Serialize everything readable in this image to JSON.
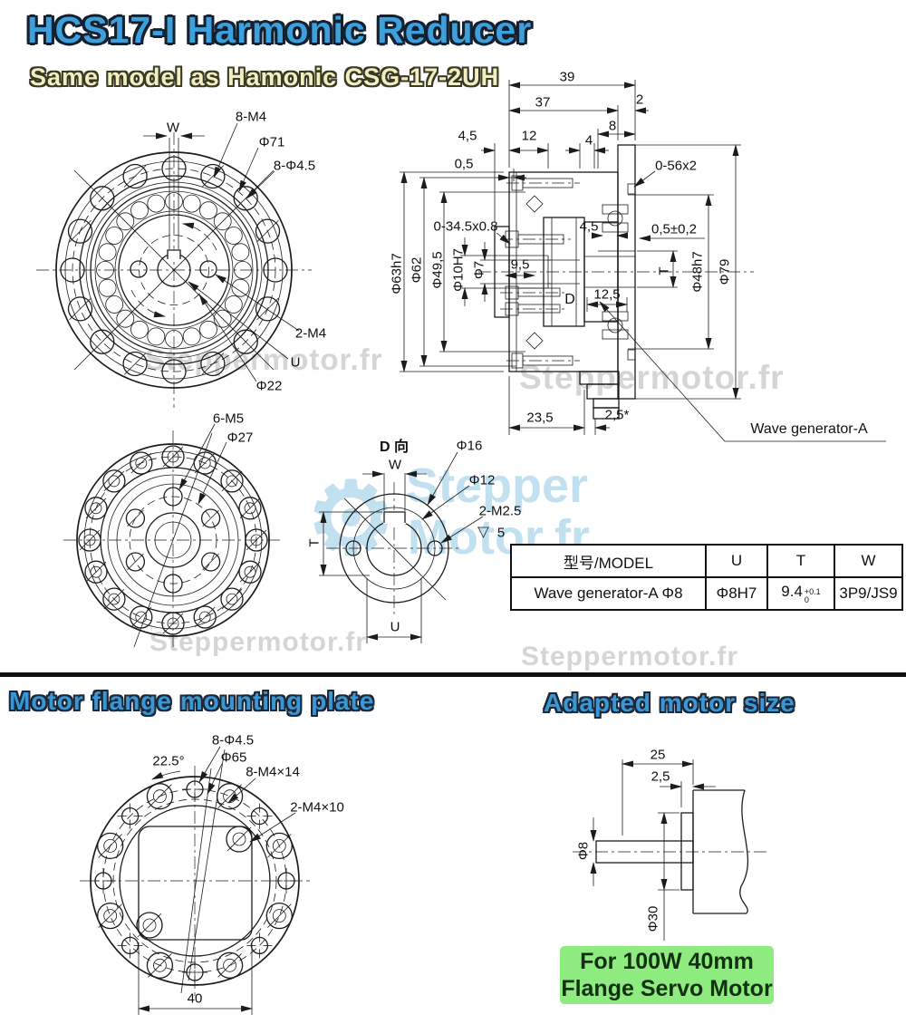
{
  "page": {
    "title": "HCS17-I Harmonic Reducer",
    "subtitle": "Same model as Hamonic CSG-17-2UH"
  },
  "watermarks": {
    "gray": "Steppermotor.fr",
    "blue_line1": "Stepper",
    "blue_line2": "Motor.fr",
    "gear_icon": "⚙"
  },
  "front_view": {
    "labels": {
      "w": "W",
      "thread_8m4": "8-M4",
      "bcd": "Φ71",
      "holes": "8-Φ4.5",
      "thread_2m4": "2-M4",
      "u": "U",
      "bore_circle": "Φ22"
    }
  },
  "section_view": {
    "dims": {
      "d39": "39",
      "d37": "37",
      "d2": "2",
      "d8": "8",
      "d45a": "4,5",
      "d12": "12",
      "d4": "4",
      "d05": "0,5",
      "oring1": "0-56x2",
      "tol": "0,5±0,2",
      "oring2": "0-34.5x0.8",
      "d45b": "4,5",
      "d95": "9,5",
      "t": "T",
      "d_label": "D",
      "d125": "12,5",
      "d235": "23,5",
      "d25s": "2,5*",
      "dia63": "Φ63h7",
      "dia62": "Φ62",
      "dia495": "Φ49,5",
      "dia10": "Φ10H7",
      "dia7": "Φ7",
      "dia48": "Φ48h7",
      "dia79": "Φ79"
    },
    "callout": "Wave generator-A"
  },
  "output_view": {
    "labels": {
      "thread": "6-M5",
      "bcd": "Φ27"
    }
  },
  "d_view": {
    "labels": {
      "title": "D 向",
      "w": "W",
      "dia16": "Φ16",
      "dia12": "Φ12",
      "thread": "2-M2.5",
      "depth": "5",
      "t": "T",
      "u": "U"
    }
  },
  "spec_table": {
    "headers": [
      "型号/MODEL",
      "U",
      "T",
      "W"
    ],
    "row": {
      "model": "Wave generator-A Φ8",
      "u": "Φ8H7",
      "t_base": "9.4",
      "t_tol_up": "+0.1",
      "t_tol_down": "0",
      "w": "3P9/JS9"
    }
  },
  "mounting_section": {
    "heading": "Motor flange mounting plate",
    "labels": {
      "angle": "22.5°",
      "holes": "8-Φ4.5",
      "bcd": "Φ65",
      "screws": "8-M4×14",
      "screws2": "2-M4×10",
      "width": "40"
    }
  },
  "motor_section": {
    "heading": "Adapted motor size",
    "labels": {
      "d25": "25",
      "d25b": "2,5",
      "dia8": "Φ8",
      "dia30": "Φ30"
    },
    "badge_line1": "For 100W 40mm",
    "badge_line2": "Flange Servo Motor"
  }
}
